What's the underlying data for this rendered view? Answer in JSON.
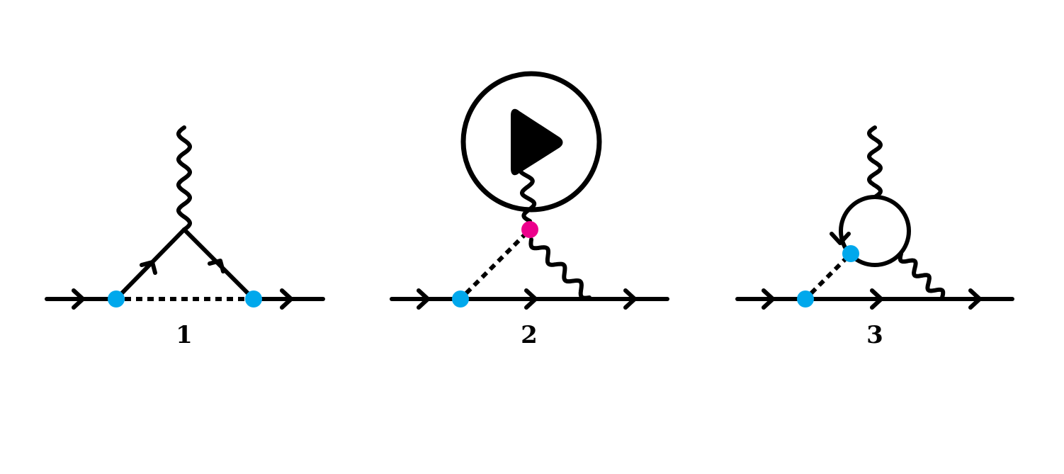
{
  "diagrams": [
    {
      "label": "1"
    },
    {
      "label": "2"
    },
    {
      "label": "3"
    }
  ],
  "play_control": {
    "icon": "play-icon"
  },
  "colors": {
    "line": "#000000",
    "vertex_blue": "#00a8ec",
    "vertex_magenta": "#ec008c",
    "background": "#ffffff"
  }
}
